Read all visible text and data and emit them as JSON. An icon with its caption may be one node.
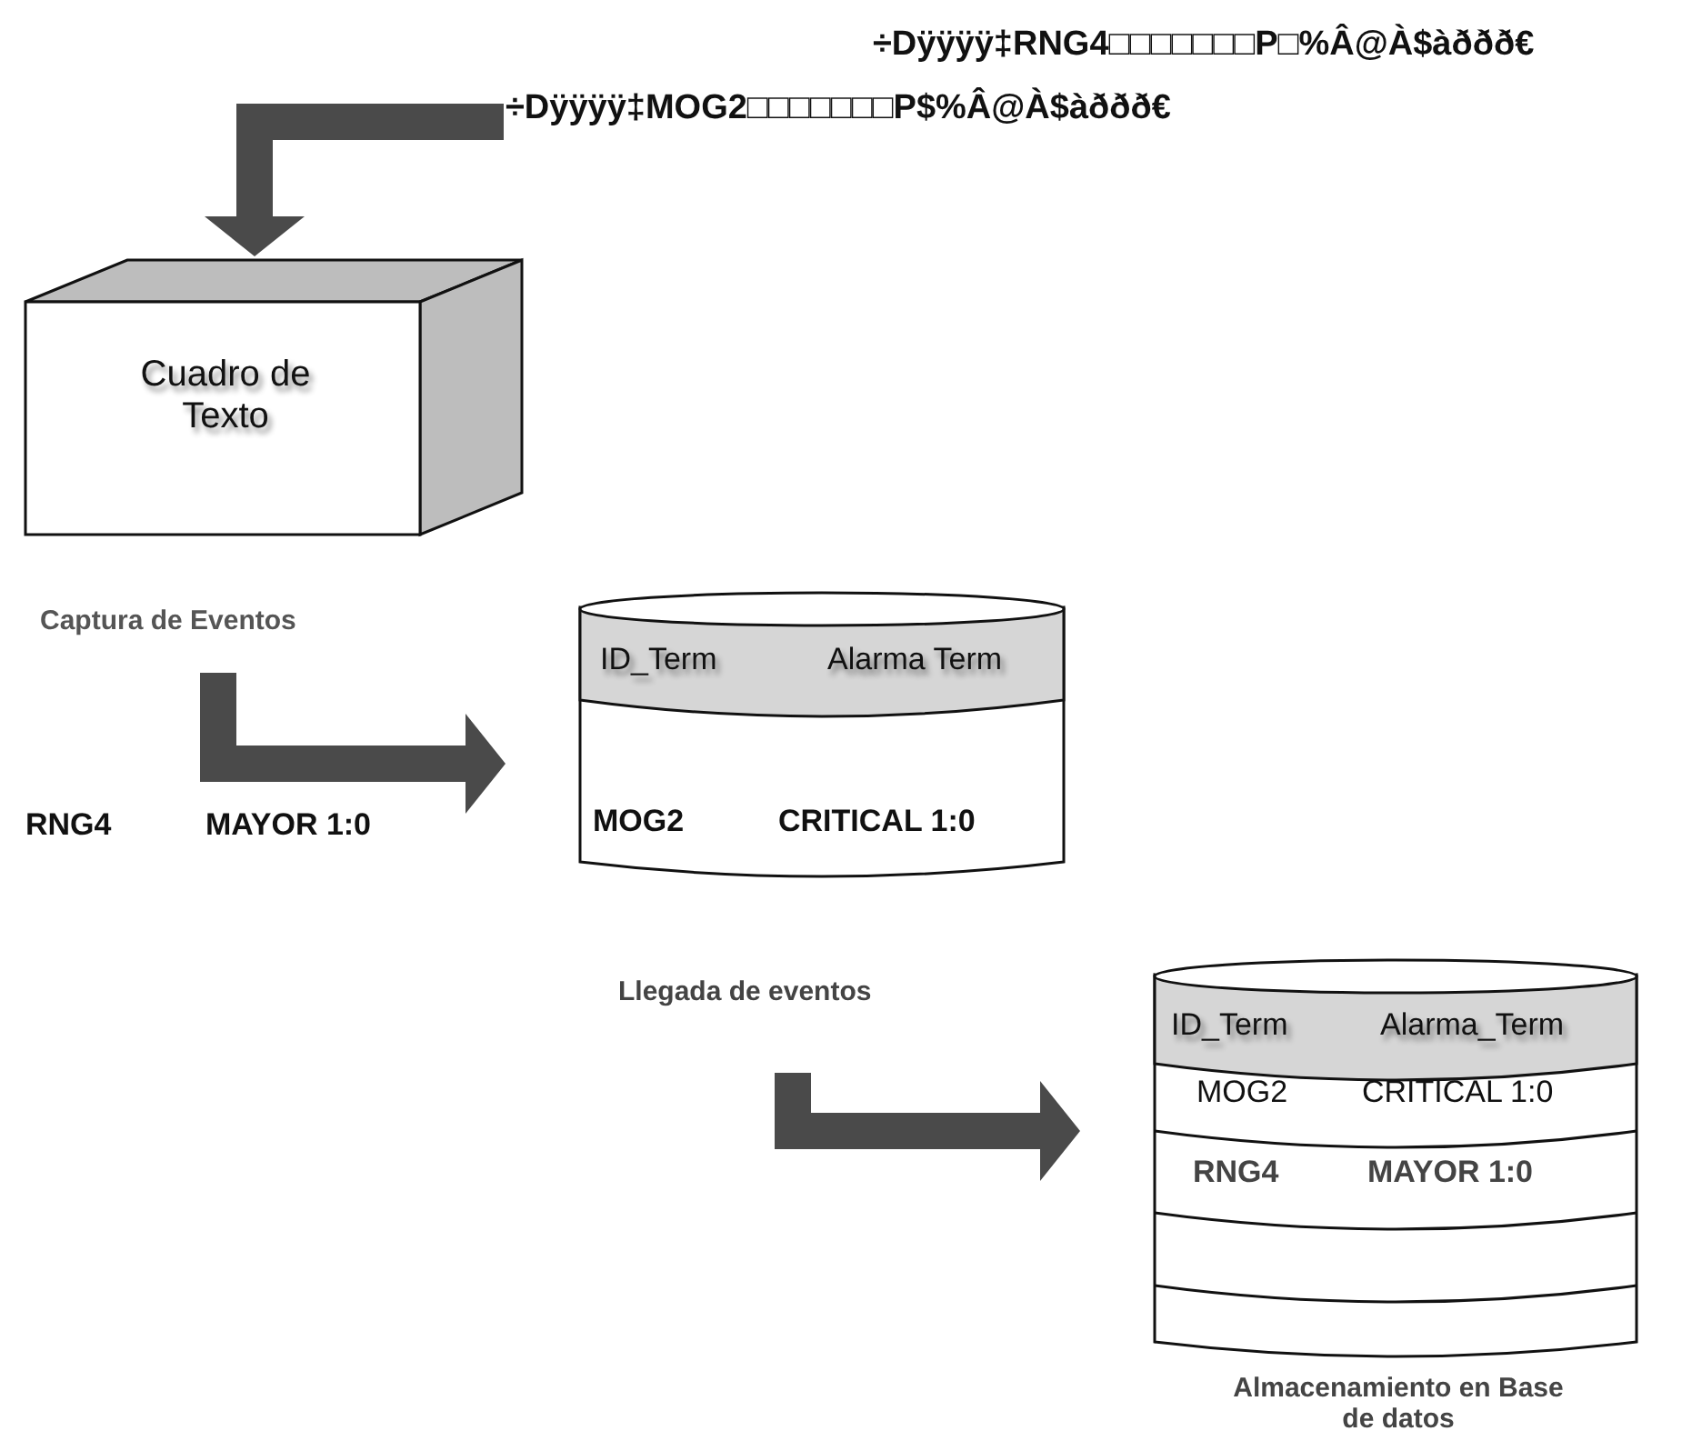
{
  "diagram": {
    "nodes": [
      {
        "text": [
          "÷Dÿÿÿÿ‡RNG4□□□□□□□P□%Â@À$àððð€",
          "÷Dÿÿÿÿ‡MOG2□□□□□□□P$%Â@À$àððð€"
        ]
      },
      {
        "text": [
          "Cuadro de Texto"
        ],
        "beside": [
          "Captura de Eventos"
        ]
      },
      {
        "text": [
          "ID_Term",
          "Alarma Term",
          "MOG2",
          "CRITICAL 1:0"
        ],
        "beside": [
          "Llegada de eventos"
        ]
      },
      {
        "text": [
          "ID_Term",
          "Alarma_Term",
          "MOG2",
          "CRITICAL 1:0",
          "RNG4",
          "MAYOR 1:0"
        ],
        "beside": [
          "Almacenamiento en Base de datos"
        ]
      }
    ],
    "edges": [
      {
        "from": 0,
        "to": 1,
        "arrow": "to"
      },
      {
        "from": 1,
        "to": 2,
        "arrow": "to"
      },
      {
        "from": 2,
        "to": 3,
        "arrow": "to"
      }
    ],
    "labels": [
      "RNG4",
      "MAYOR 1:0"
    ]
  }
}
